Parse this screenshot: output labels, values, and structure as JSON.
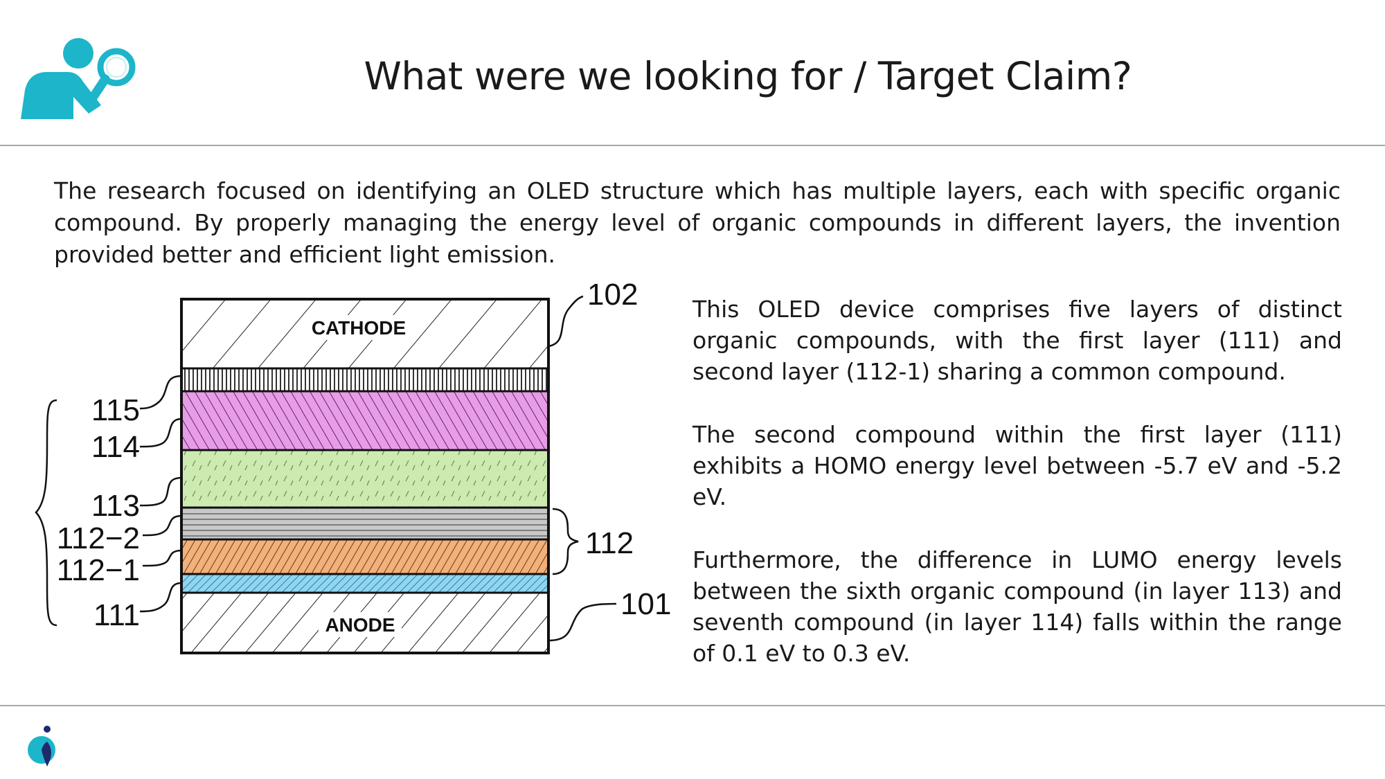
{
  "header": {
    "title": "What were we looking for / Target Claim?",
    "icon": "person-magnifier-icon",
    "accent_color": "#1CB5C9"
  },
  "intro": "The research focused on identifying an OLED structure which has multiple layers, each with specific organic compound. By properly managing the energy level of organic compounds in different layers, the invention provided better and efficient light emission.",
  "diagram": {
    "cathode_label": "CATHODE",
    "anode_label": "ANODE",
    "ref_labels": {
      "cathode": "102",
      "anode": "101",
      "group_112": "112",
      "l115": "115",
      "l114": "114",
      "l113": "113",
      "l112_2": "112−2",
      "l112_1": "112−1",
      "l111": "111"
    },
    "layer_colors": {
      "l115": "#ffffff",
      "l114": "#E89CE8",
      "l113": "#CDEBB0",
      "l112_2": "#C8C8C8",
      "l112_1": "#F2B07A",
      "l111": "#8FD6F2"
    }
  },
  "claims": [
    "This OLED device comprises five layers of distinct organic compounds, with the first layer (111) and second layer (112-1) sharing a common compound.",
    "The second compound within the first layer (111) exhibits a HOMO energy level between -5.7 eV and -5.2 eV.",
    "Furthermore, the difference in LUMO energy levels between the sixth organic compound (in layer 113) and seventh compound (in layer 114) falls within the range of 0.1 eV to 0.3 eV."
  ],
  "footer": {
    "logo": "brand-logo-icon"
  }
}
